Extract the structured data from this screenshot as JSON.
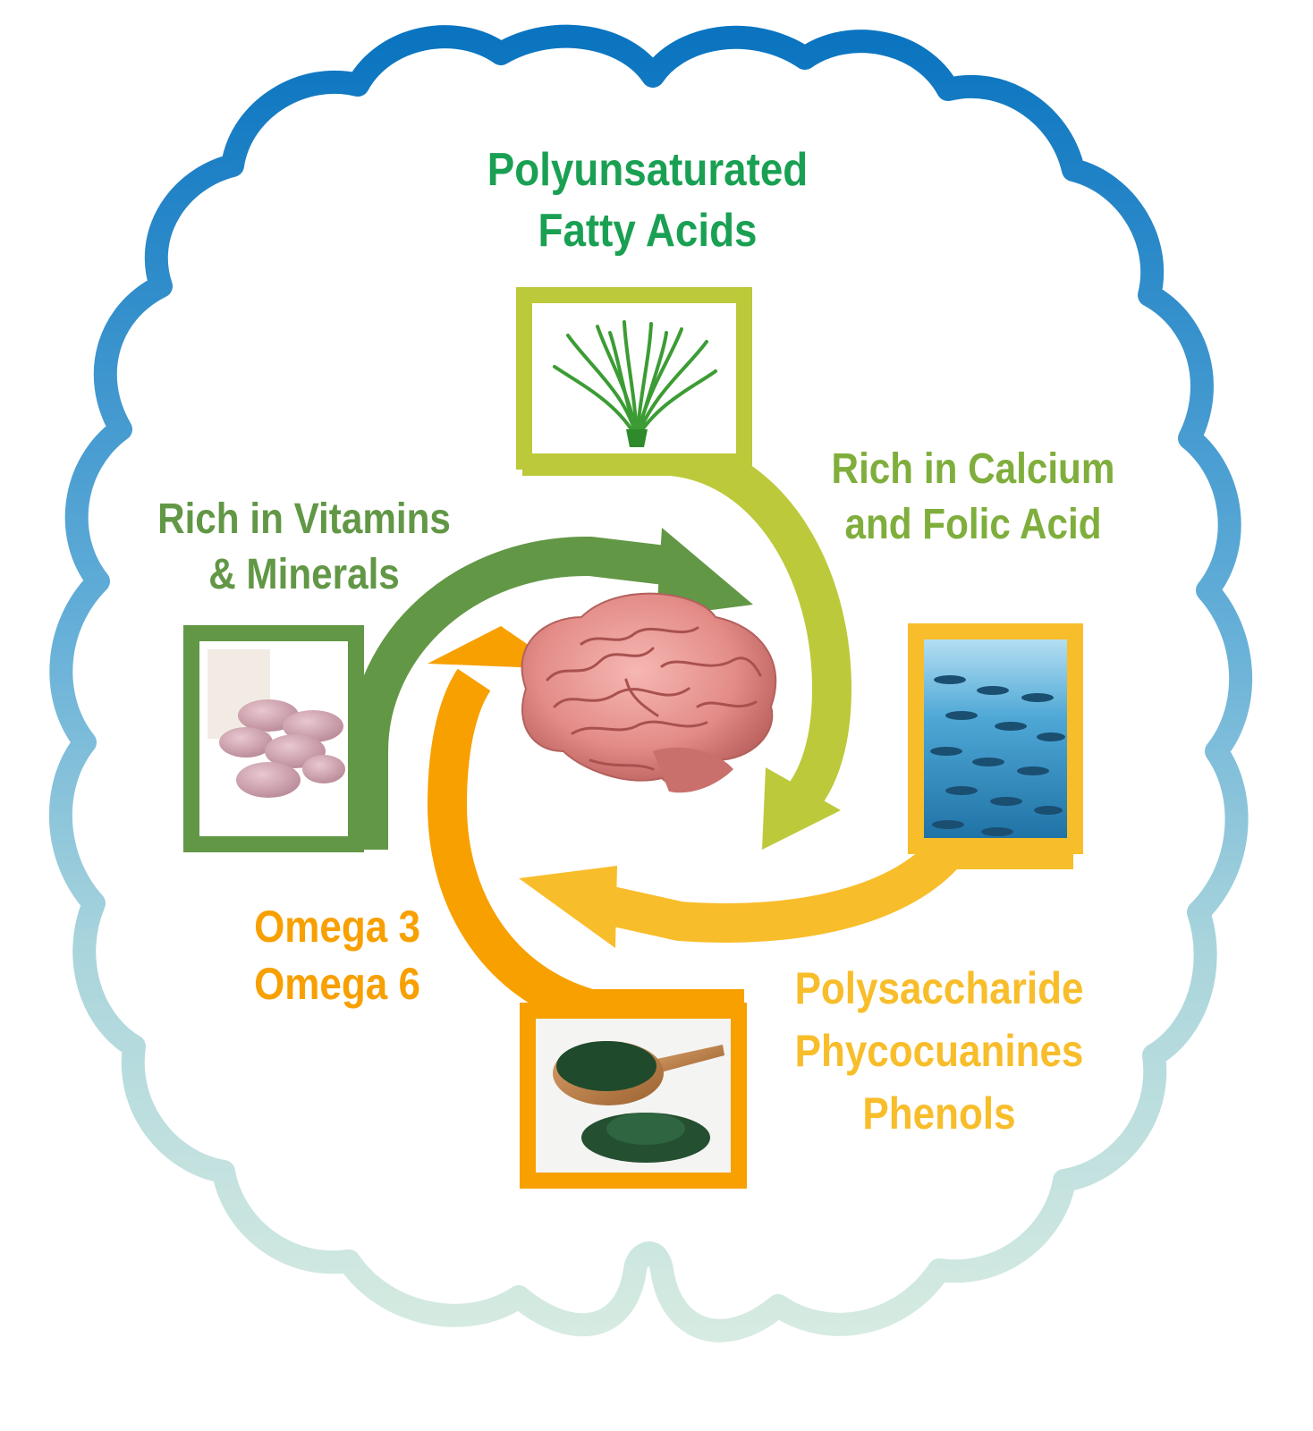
{
  "colors": {
    "outline_top": "#0a74c0",
    "outline_bottom": "#d6ebe1",
    "dark_green": "#629746",
    "light_green": "#bcc93a",
    "yellow": "#f8bd2a",
    "orange": "#f7a000",
    "title_green": "#1aa053",
    "brain_pink": "#e58f8c"
  },
  "icons": {
    "center": "brain-icon",
    "top": "algae-icon",
    "left": "pills-icon",
    "right": "fish-school-icon",
    "bottom": "spirulina-powder-icon"
  },
  "labels": {
    "top": [
      "Polyunsaturated",
      "Fatty Acids"
    ],
    "left": [
      "Rich in Vitamins",
      "& Minerals"
    ],
    "right": [
      "Rich in Calcium",
      "and Folic Acid"
    ],
    "bottom_left": [
      "Omega 3",
      "Omega 6"
    ],
    "bottom_right": [
      "Polysaccharide",
      "Phycocuanines",
      "Phenols"
    ]
  }
}
